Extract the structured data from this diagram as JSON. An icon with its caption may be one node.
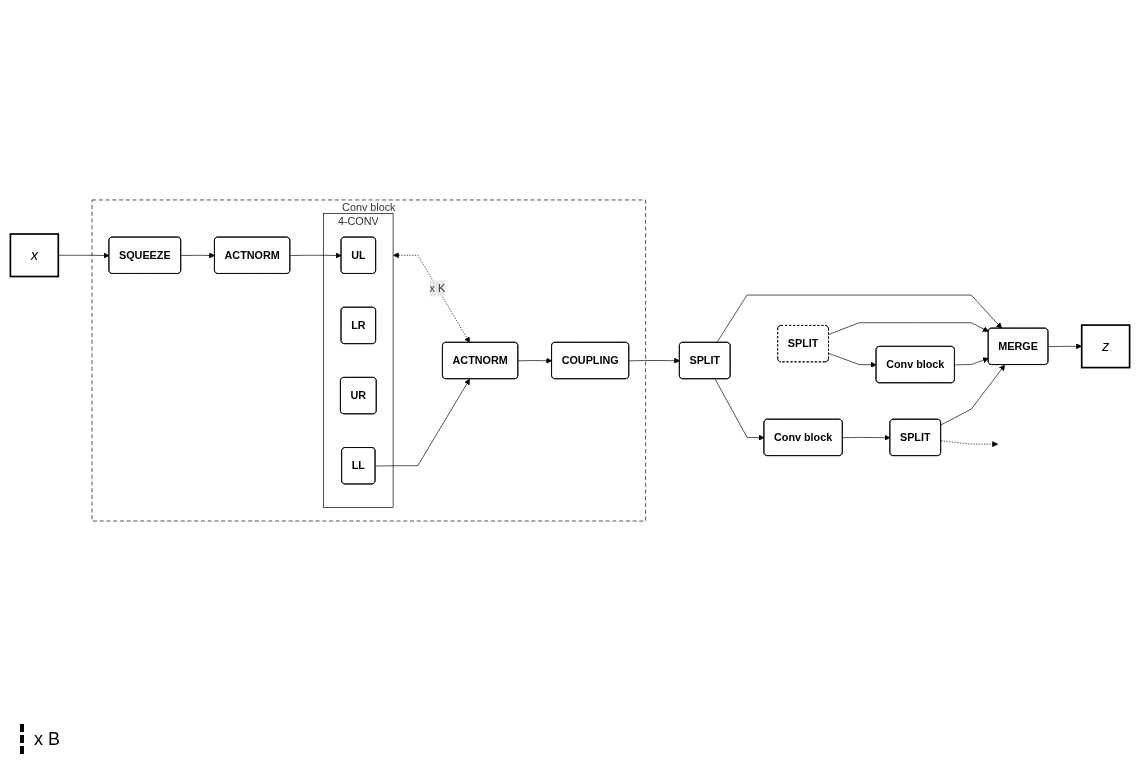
{
  "diagram": {
    "nodes": [
      {
        "text": [
          "x"
        ]
      },
      {
        "text": [
          "Conv block"
        ]
      },
      {
        "text": [
          "SQUEEZE"
        ],
        "in": 1
      },
      {
        "text": [
          "ACTNORM"
        ],
        "in": 1
      },
      {
        "text": [
          "4-CONV"
        ],
        "in": 1
      },
      {
        "text": [
          "UL"
        ],
        "in": 4
      },
      {
        "text": [
          "LR"
        ],
        "in": 4
      },
      {
        "text": [
          "UR"
        ],
        "in": 4
      },
      {
        "text": [
          "LL"
        ],
        "in": 4
      },
      {
        "text": [
          "ACTNORM"
        ],
        "in": 1
      },
      {
        "text": [
          "COUPLING"
        ],
        "in": 1
      },
      {
        "text": [
          "SPLIT"
        ]
      },
      {
        "text": [
          "MERGE"
        ]
      },
      {
        "text": [
          "z"
        ]
      },
      {
        "text": [
          "Conv block"
        ]
      },
      {
        "text": [
          "SPLIT"
        ]
      },
      {
        "text": [
          "SPLIT"
        ]
      },
      {
        "text": [
          "Conv block"
        ]
      }
    ],
    "edges": [
      {
        "from": 0,
        "to": 2,
        "arrow": "to"
      },
      {
        "from": 2,
        "to": 3,
        "arrow": "to"
      },
      {
        "from": 3,
        "to": 5,
        "arrow": "to"
      },
      {
        "from": 8,
        "to": 9,
        "arrow": "to"
      },
      {
        "from": 4,
        "to": 9,
        "arrow": "both",
        "style": "dashed",
        "label": "x K"
      },
      {
        "from": 9,
        "to": 10,
        "arrow": "to"
      },
      {
        "from": 10,
        "to": 11,
        "arrow": "to"
      },
      {
        "from": 11,
        "to": 12,
        "arrow": "to"
      },
      {
        "from": 11,
        "to": 14,
        "arrow": "to"
      },
      {
        "from": 14,
        "to": 15,
        "arrow": "to"
      },
      {
        "from": 15,
        "to": 12,
        "arrow": "to"
      },
      {
        "from": 15,
        "to": null,
        "arrow": "to",
        "style": "dashed"
      },
      {
        "from": 16,
        "to": 12,
        "arrow": "to"
      },
      {
        "from": 16,
        "to": 17,
        "arrow": "to"
      },
      {
        "from": 17,
        "to": 12,
        "arrow": "to"
      },
      {
        "from": 12,
        "to": 13,
        "arrow": "to"
      }
    ],
    "labels": [
      "x B"
    ]
  }
}
